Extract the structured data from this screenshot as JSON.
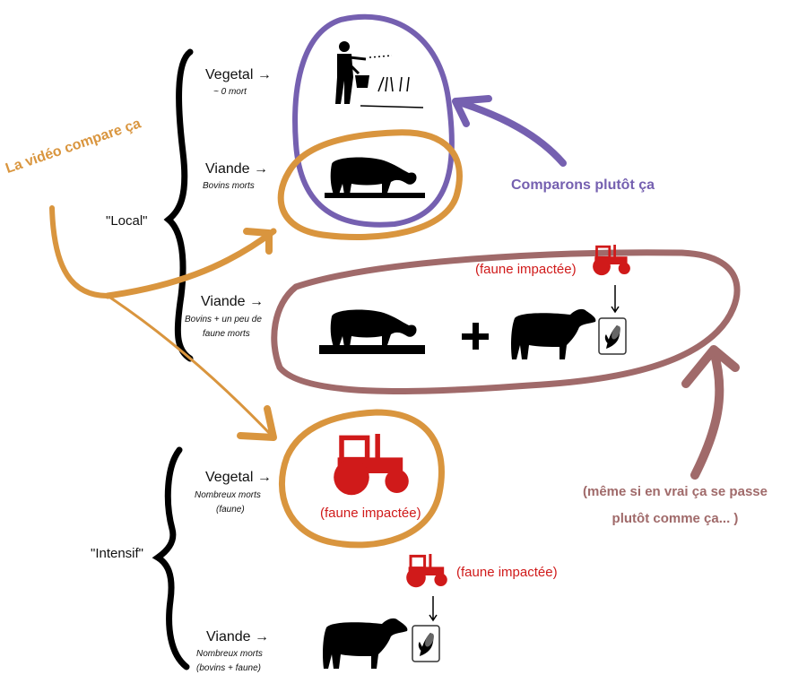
{
  "title": "Comparaison impacts Local vs Intensif",
  "colors": {
    "orange": "#d9953e",
    "purple": "#7560b0",
    "mauve": "#a06a6a",
    "red": "#d01a1a",
    "black": "#111111"
  },
  "annotations": {
    "video_compare": "La vidéo compare ça",
    "comparons": "Comparons plutôt ça",
    "meme_si_line1": "(même si en vrai ça se passe",
    "meme_si_line2": "plutôt comme ça... )"
  },
  "groups": {
    "local": {
      "label": "\"Local\"",
      "rows": [
        {
          "title": "Vegetal →",
          "detail": "~ 0 mort",
          "icon": "farmer-sowing-icon"
        },
        {
          "title": "Viande →",
          "detail": "Bovins morts",
          "icon": "grazing-cow-icon"
        },
        {
          "title": "Viande →",
          "detail_line1": "Bovins + un peu de",
          "detail_line2": "faune morts",
          "icon": "grazing-cow-plus-fed-cow-icon"
        }
      ]
    },
    "intensif": {
      "label": "\"Intensif\"",
      "rows": [
        {
          "title": "Vegetal →",
          "detail_line1": "Nombreux morts",
          "detail_line2": "(faune)",
          "icon": "tractor-icon"
        },
        {
          "title": "Viande →",
          "detail_line1": "Nombreux morts",
          "detail_line2": "(bovins + faune)",
          "icon": "cow-corn-icon"
        }
      ]
    }
  },
  "tractor_labels": {
    "local_mix": "(faune impactée)",
    "intensif_vegetal": "(faune impactée)",
    "intensif_viande": "(faune impactée)"
  },
  "plus_sign": "+"
}
